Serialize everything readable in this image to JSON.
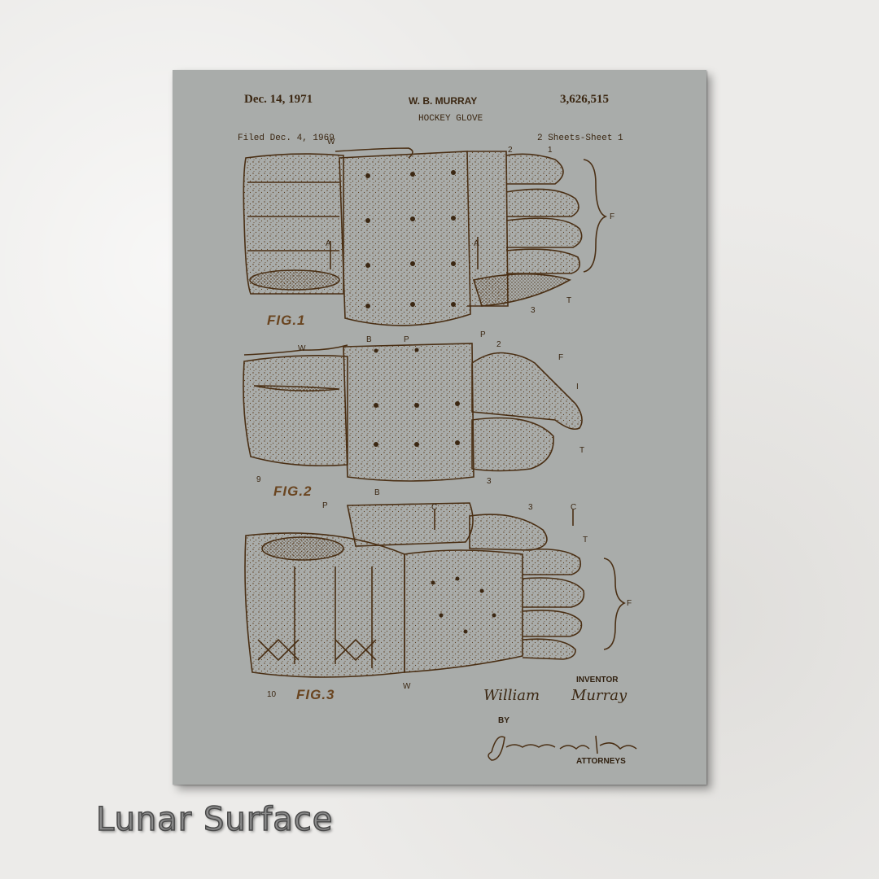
{
  "patent": {
    "date": "Dec. 14, 1971",
    "inventor_header": "W. B. MURRAY",
    "number": "3,626,515",
    "title": "HOCKEY GLOVE",
    "filed": "Filed Dec. 4, 1969",
    "sheets": "2 Sheets-Sheet 1"
  },
  "figures": {
    "fig1": "FIG.1",
    "fig2": "FIG.2",
    "fig3": "FIG.3"
  },
  "signature": {
    "inventor_label": "INVENTOR",
    "inventor_name_first": "William",
    "inventor_name_last": "Murray",
    "by": "BY",
    "attorneys_signature": "Johnson and Kline",
    "attorneys_label": "ATTORNEYS"
  },
  "caption": "Lunar Surface",
  "colors": {
    "paper": "#a9acaa",
    "ink": "#4a2f14",
    "background": "#ecebe9"
  }
}
